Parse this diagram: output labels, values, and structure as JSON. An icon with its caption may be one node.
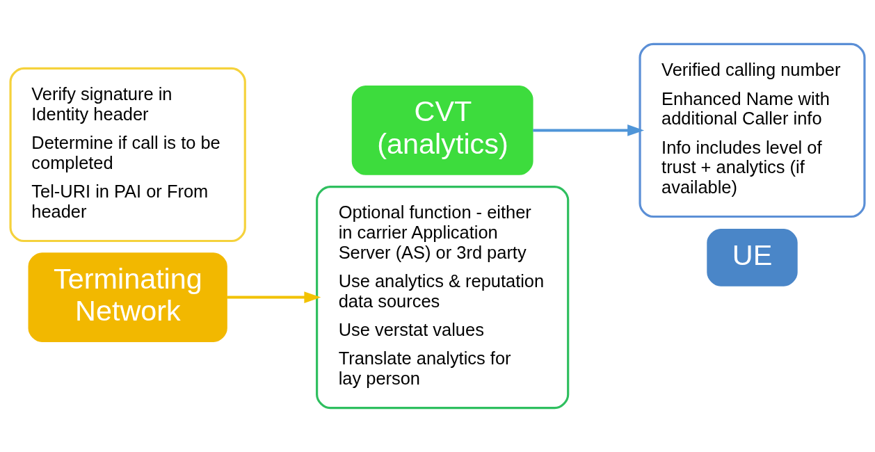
{
  "diagram": {
    "nodes": [
      {
        "text": [
          "Verify signature in Identity header",
          "Determine if call is to be completed",
          "Tel-URI in PAI or From header"
        ]
      },
      {
        "text": [
          "Terminating Network"
        ]
      },
      {
        "text": [
          "CVT (analytics)"
        ]
      },
      {
        "text": [
          "Optional function - either in carrier Application Server (AS) or 3rd party",
          "Use analytics & reputation data sources",
          "Use verstat values",
          "Translate analytics for lay person"
        ]
      },
      {
        "text": [
          "Verified calling number",
          "Enhanced Name with additional Caller info",
          "Info includes level of trust + analytics (if available)"
        ]
      },
      {
        "text": [
          "UE"
        ]
      }
    ],
    "edges": [
      {
        "from": 1,
        "to": 3,
        "arrow": "to",
        "color": "#f2c200"
      },
      {
        "from": 2,
        "to": 4,
        "arrow": "to",
        "color": "#4f95d8"
      }
    ]
  }
}
